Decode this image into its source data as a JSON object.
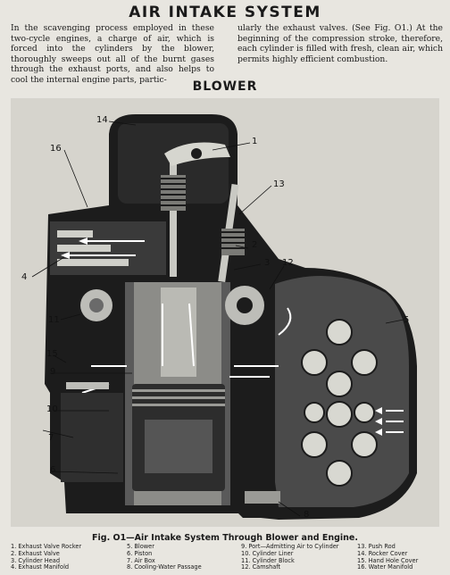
{
  "title": "AIR INTAKE SYSTEM",
  "intro": {
    "left": "In the scavenging process employed in these two-cycle engines, a charge of air, which is forced into the cylinders by the blower, thoroughly sweeps out all of the burnt gases through the exhaust ports, and also helps to cool the internal engine parts, partic-",
    "right": "ularly the exhaust valves. (See Fig. O1.) At the beginning of the compression stroke, therefore, each cylinder is filled with fresh, clean air, which permits highly efficient combustion."
  },
  "subtitle": "BLOWER",
  "callouts": [
    "1",
    "2",
    "3",
    "4",
    "5",
    "6",
    "7",
    "8",
    "9",
    "10",
    "11",
    "12",
    "13",
    "14",
    "15",
    "16"
  ],
  "caption": "Fig. O1—Air Intake System Through Blower and Engine.",
  "legend": [
    [
      "1. Exhaust Valve Rocker",
      "2. Exhaust Valve",
      "3. Cylinder Head",
      "4. Exhaust Manifold"
    ],
    [
      "5. Blower",
      "6. Piston",
      "7. Air Box",
      "8. Cooling-Water Passage"
    ],
    [
      "9. Port—Admitting Air to Cylinder",
      "10. Cylinder Liner",
      "11. Cylinder Block",
      "12. Camshaft"
    ],
    [
      "13. Push Rod",
      "14. Rocker Cover",
      "15. Hand Hole Cover",
      "16. Water Manifold"
    ]
  ],
  "colors": {
    "paper": "#e8e6e0",
    "metal": "#1c1c1c",
    "mid": "#6a6a6a",
    "light": "#bdbdb8",
    "arrow": "#ffffff"
  }
}
